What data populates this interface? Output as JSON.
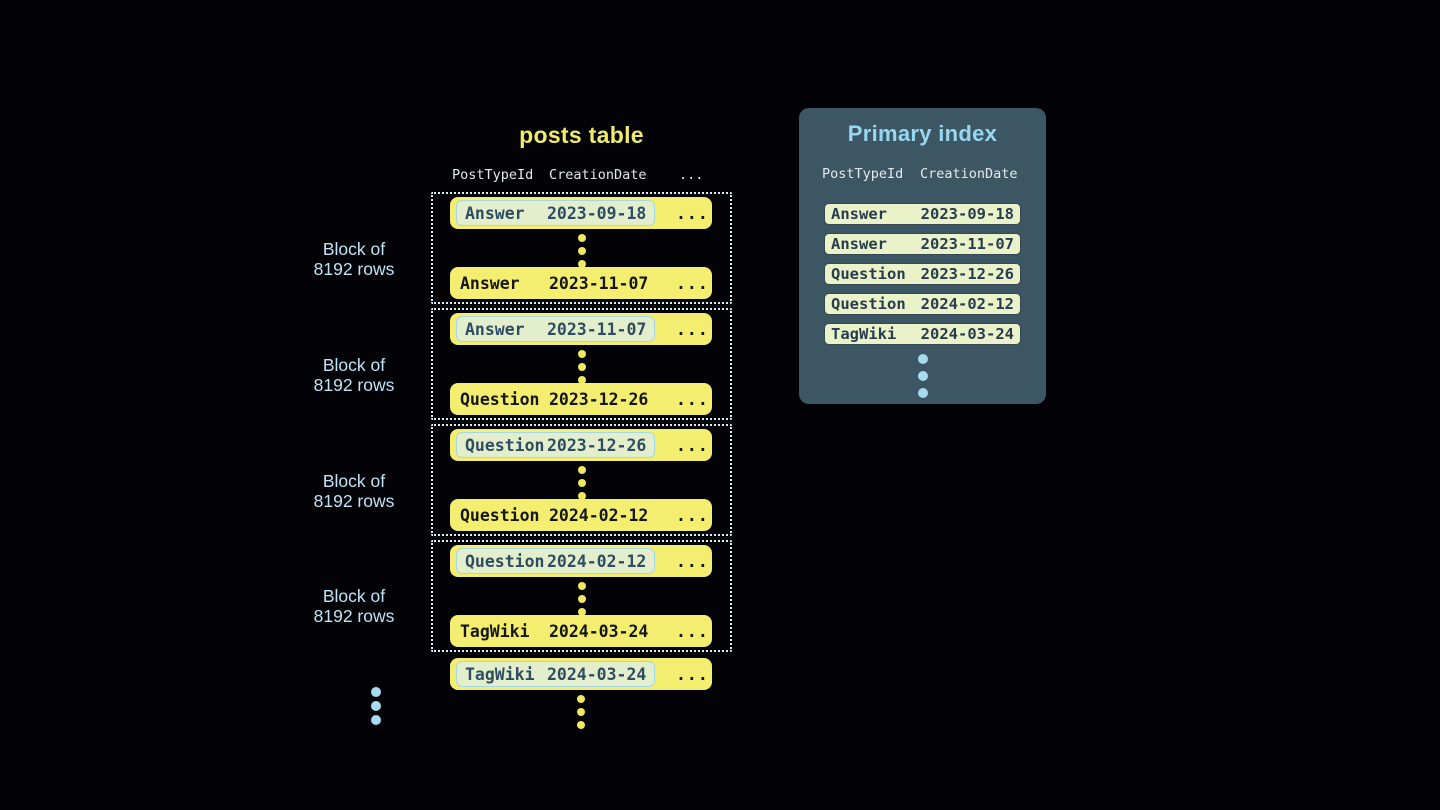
{
  "posts_table": {
    "title": "posts table",
    "columns": [
      "PostTypeId",
      "CreationDate",
      "..."
    ],
    "row_ellipsis": "...",
    "block_label": {
      "line1": "Block of",
      "line2": "8192 rows"
    },
    "blocks": [
      {
        "first": {
          "type": "Answer",
          "date": "2023-09-18"
        },
        "last": {
          "type": "Answer",
          "date": "2023-11-07"
        }
      },
      {
        "first": {
          "type": "Answer",
          "date": "2023-11-07"
        },
        "last": {
          "type": "Question",
          "date": "2023-12-26"
        }
      },
      {
        "first": {
          "type": "Question",
          "date": "2023-12-26"
        },
        "last": {
          "type": "Question",
          "date": "2024-02-12"
        }
      },
      {
        "first": {
          "type": "Question",
          "date": "2024-02-12"
        },
        "last": {
          "type": "TagWiki",
          "date": "2024-03-24"
        }
      }
    ],
    "overflow_row": {
      "type": "TagWiki",
      "date": "2024-03-24"
    }
  },
  "primary_index": {
    "title": "Primary index",
    "columns": [
      "PostTypeId",
      "CreationDate"
    ],
    "rows": [
      {
        "type": "Answer",
        "date": "2023-09-18"
      },
      {
        "type": "Answer",
        "date": "2023-11-07"
      },
      {
        "type": "Question",
        "date": "2023-12-26"
      },
      {
        "type": "Question",
        "date": "2024-02-12"
      },
      {
        "type": "TagWiki",
        "date": "2024-03-24"
      }
    ]
  },
  "colors": {
    "background": "#030307",
    "row_yellow": "#f3ee6f",
    "title_yellow": "#f0ec6a",
    "highlight_fill": "#e3efcc",
    "highlight_border": "#a6d7e8",
    "index_panel": "#3d5664",
    "index_row_fill": "#e9f2c8",
    "accent_blue": "#96d8f0",
    "label_blue": "#bfe4f5",
    "dotted_border": "#d9eff7"
  }
}
